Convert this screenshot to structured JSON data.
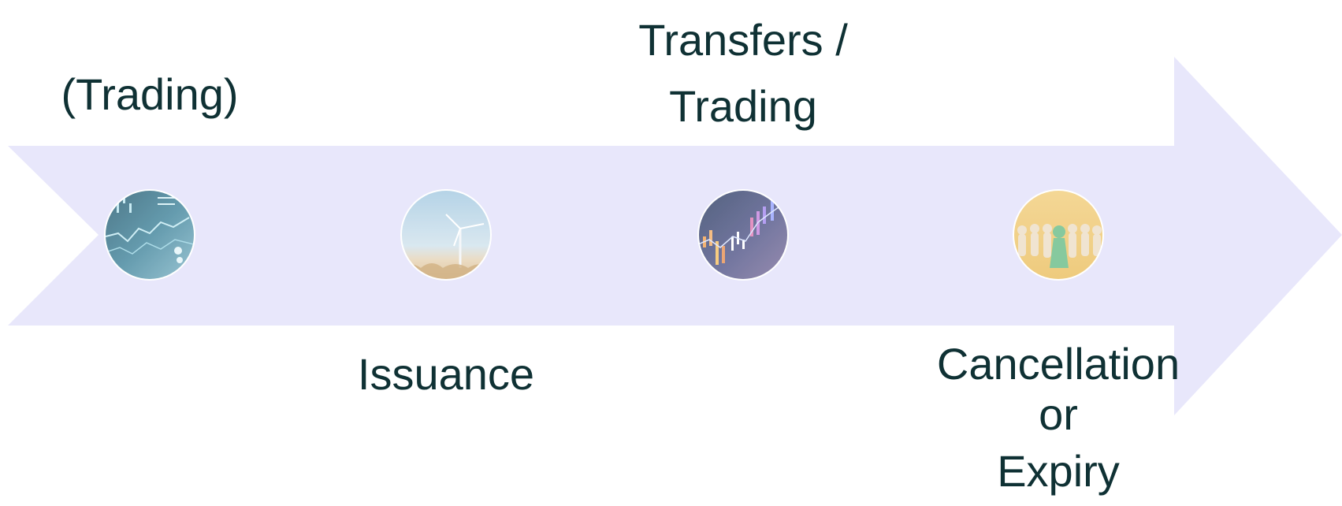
{
  "diagram": {
    "arrow_color": "#e8e7fb",
    "text_color": "#0f3134",
    "stages": [
      {
        "id": "trading",
        "label_lines": [
          "(Trading)"
        ],
        "icon": "data-dashboard-icon"
      },
      {
        "id": "issuance",
        "label_lines": [
          "Issuance"
        ],
        "icon": "wind-turbine-icon"
      },
      {
        "id": "transfers",
        "label_lines": [
          "Transfers /",
          "Trading"
        ],
        "icon": "market-chart-icon"
      },
      {
        "id": "cancellation",
        "label_lines": [
          "Cancellation",
          "or",
          "Expiry"
        ],
        "icon": "figures-icon"
      }
    ]
  }
}
